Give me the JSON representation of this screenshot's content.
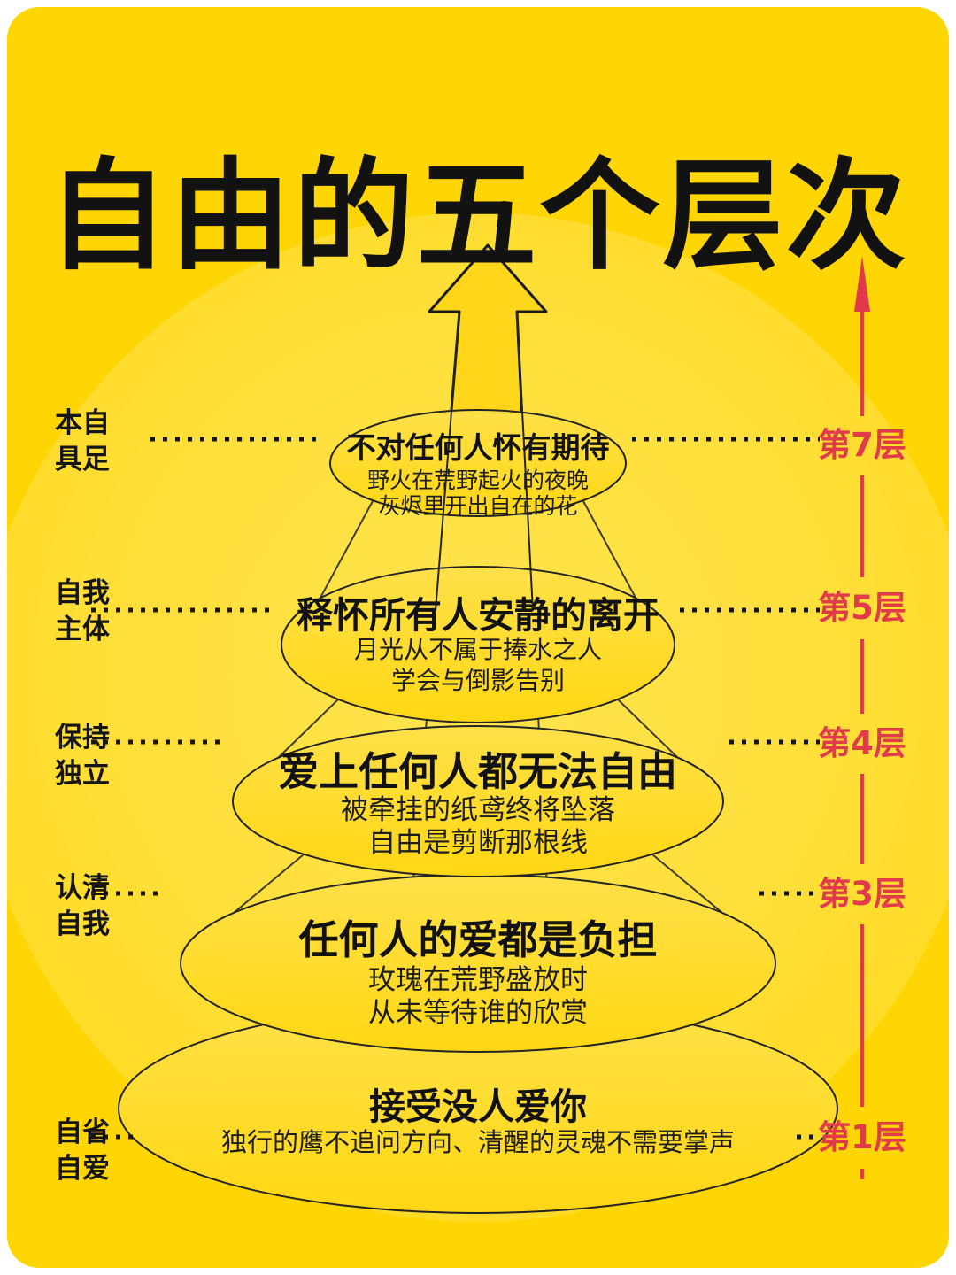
{
  "page": {
    "title": "自由的五个层次"
  },
  "colors": {
    "page_white": "#FFFFFF",
    "background_yellow": "#FFD503",
    "glow_yellow": "#FFDF37",
    "tier_fill_yellow": "#FFD91E",
    "ink_black": "#1C1C1C",
    "accent_red": "#E13A4A"
  },
  "icons": {
    "center_up_arrow": "↑",
    "level_axis_up_arrow": "↑"
  },
  "tiers": [
    {
      "level_label": "第7层",
      "left_label_lines": [
        "本自",
        "具足"
      ],
      "title": "不对任何人怀有期待",
      "lines": [
        "野火在荒野起火的夜晚",
        "灰烬里开出自在的花"
      ]
    },
    {
      "level_label": "第5层",
      "left_label_lines": [
        "自我",
        "主体"
      ],
      "title": "释怀所有人安静的离开",
      "lines": [
        "月光从不属于捧水之人",
        "学会与倒影告别"
      ]
    },
    {
      "level_label": "第4层",
      "left_label_lines": [
        "保持",
        "独立"
      ],
      "title": "爱上任何人都无法自由",
      "lines": [
        "被牵挂的纸鸢终将坠落",
        "自由是剪断那根线"
      ]
    },
    {
      "level_label": "第3层",
      "left_label_lines": [
        "认清",
        "自我"
      ],
      "title": "任何人的爱都是负担",
      "lines": [
        "玫瑰在荒野盛放时",
        "从未等待谁的欣赏"
      ]
    },
    {
      "level_label": "第1层",
      "left_label_lines": [
        "自省",
        "自爱"
      ],
      "title": "接受没人爱你",
      "lines": [
        "独行的鹰不追问方向、清醒的灵魂不需要掌声"
      ]
    }
  ]
}
